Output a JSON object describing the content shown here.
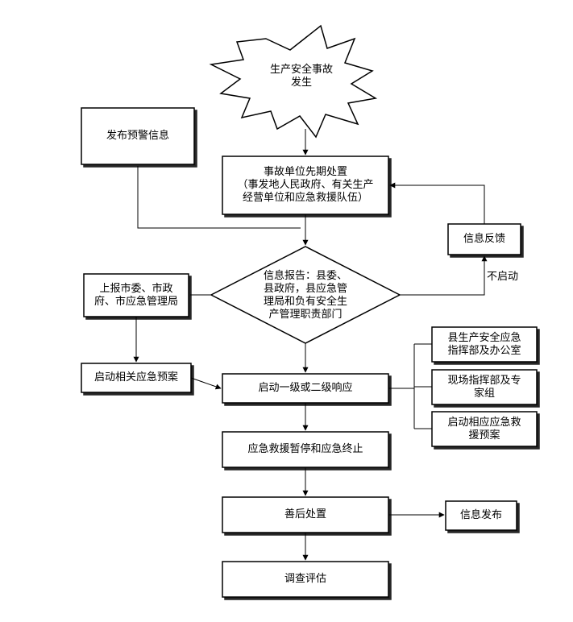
{
  "nodes": {
    "accident": "生产安全事故\n发生",
    "warning": "发布预警信息",
    "initial_response": "事故单位先期处置\n（事发地人民政府、有关生产\n经营单位和应急救援队伍）",
    "feedback": "信息反馈",
    "report_city": "上报市委、市政\n府、市应急管理局",
    "info_report": "信息报告：县委、\n县政府，县应急管\n理局和负有安全生\n产管理职责部门",
    "activate_plan": "启动相关应急预案",
    "launch_response": "启动一级或二级响应",
    "command_hq": "县生产安全应急\n指挥部及办公室",
    "field_command": "现场指挥部及专\n家组",
    "rescue_plan": "启动相应应急救\n援预案",
    "suspend_terminate": "应急救援暂停和应急终止",
    "aftermath": "善后处置",
    "info_release": "信息发布",
    "evaluation": "调查评估"
  },
  "edges": {
    "not_activated": "不启动"
  },
  "colors": {
    "stroke": "#000000",
    "fill": "#ffffff"
  }
}
